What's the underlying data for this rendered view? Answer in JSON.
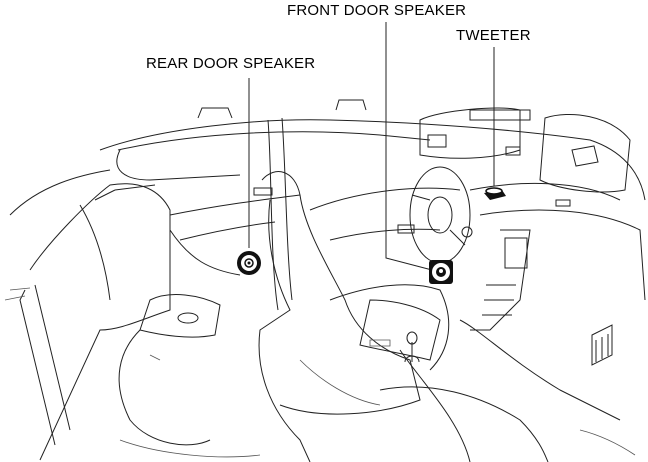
{
  "labels": {
    "front_door_speaker": "FRONT DOOR SPEAKER",
    "tweeter": "TWEETER",
    "rear_door_speaker": "REAR DOOR SPEAKER"
  },
  "colors": {
    "line": "#222222",
    "background": "#ffffff"
  }
}
